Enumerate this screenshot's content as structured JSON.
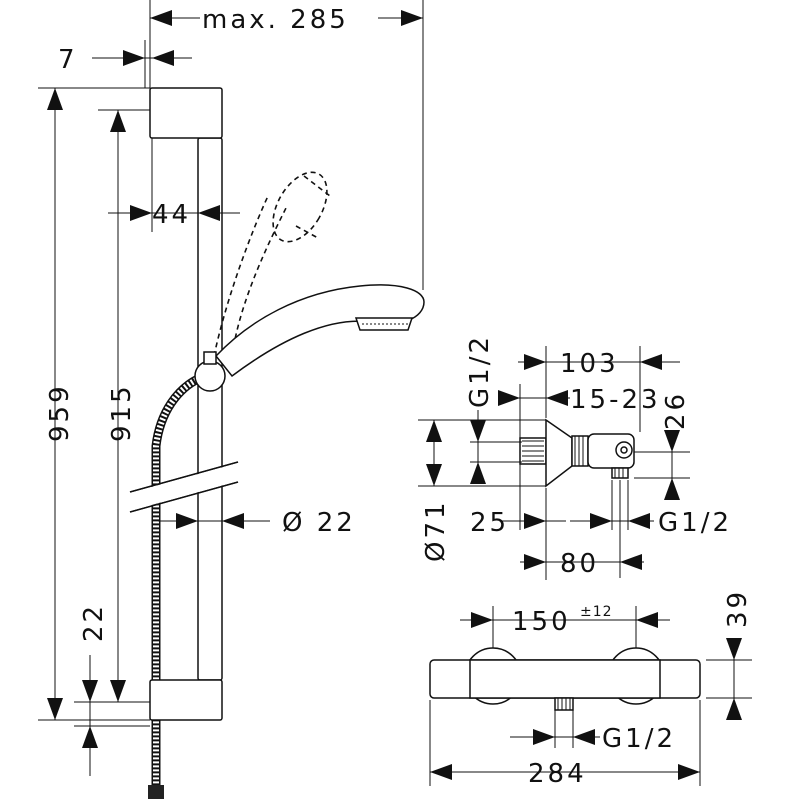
{
  "colors": {
    "ink": "#111111",
    "paper": "#ffffff"
  },
  "shower_set": {
    "max_reach": "max. 285",
    "offset_top": "7",
    "rail_height": "959",
    "hose_height": "915",
    "rail_offset": "44",
    "rail_diameter": "Ø 22",
    "bottom_offset": "22"
  },
  "mixer_side": {
    "thread_top": "G1/2",
    "depth": "103",
    "connection_range": "15-23",
    "outlet_height": "26",
    "body_diameter": "Ø71",
    "body_offset": "25",
    "thread_outlet": "G1/2",
    "outlet_depth": "80"
  },
  "mixer_front": {
    "centres": "150",
    "centres_tolerance": "±12",
    "height": "39",
    "thread_bottom": "G1/2",
    "width": "284"
  }
}
